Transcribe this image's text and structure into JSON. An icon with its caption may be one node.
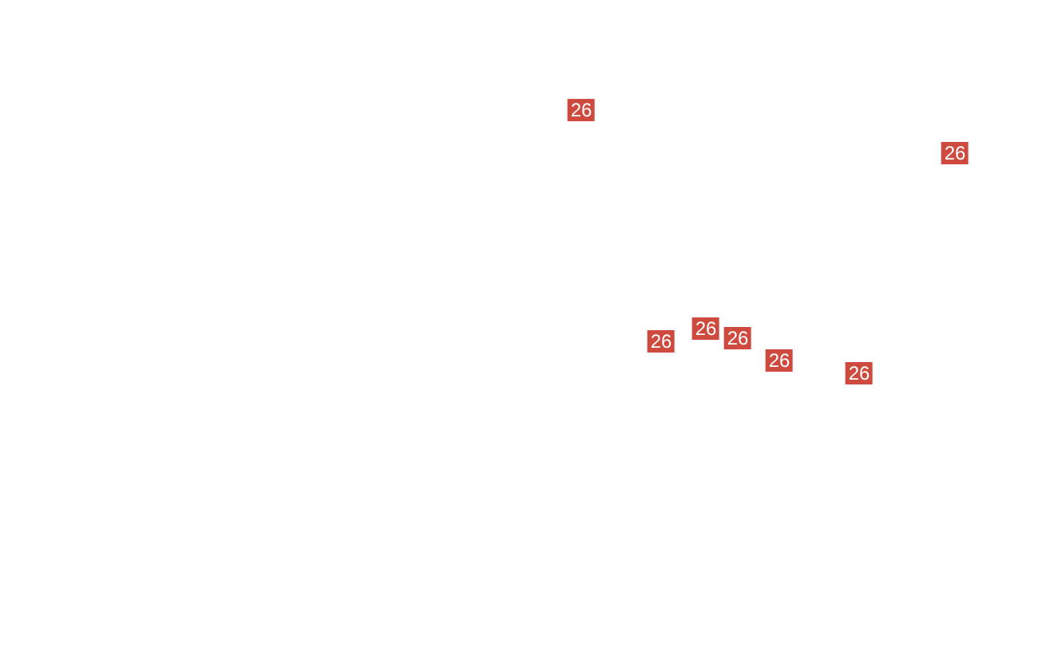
{
  "diagram": {
    "labels": [
      "26",
      "26",
      "26",
      "26",
      "26",
      "26",
      "26"
    ]
  }
}
